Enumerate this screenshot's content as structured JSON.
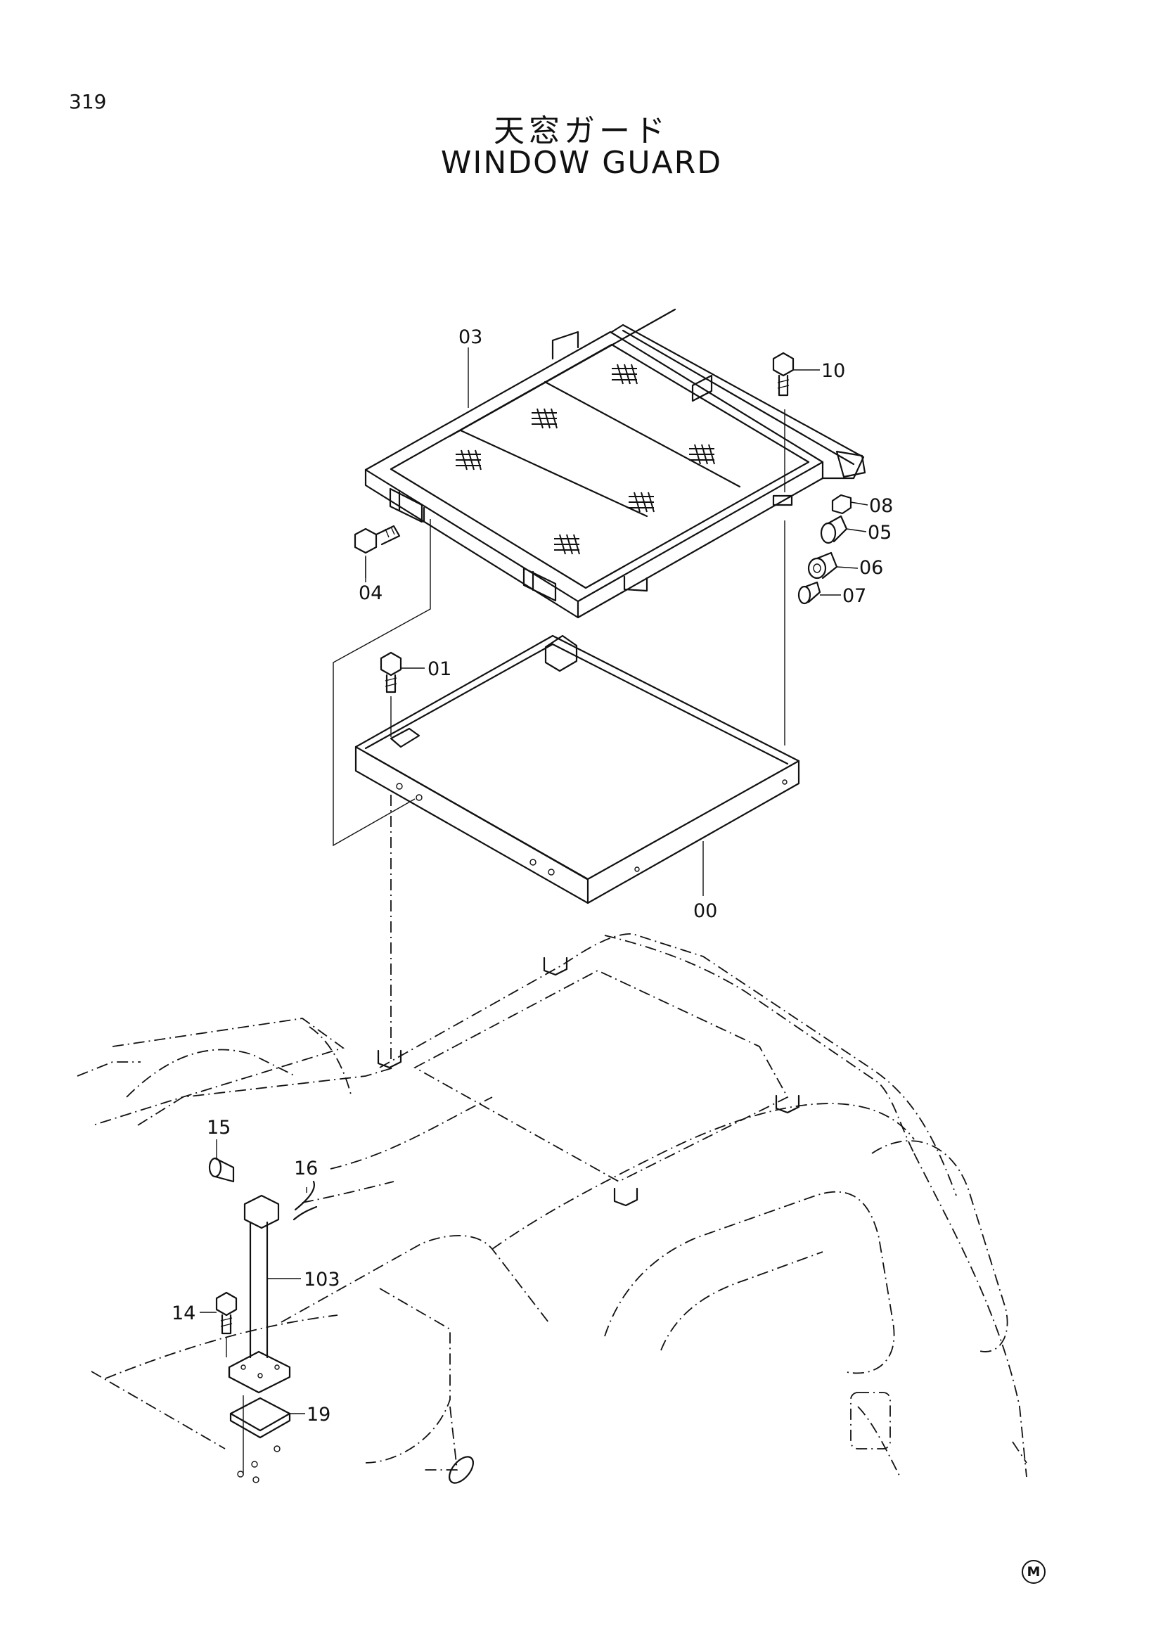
{
  "page_number": "319",
  "title_jp": "天窓ガード",
  "title_en": "WINDOW  GUARD",
  "maker_mark": "M",
  "callouts": [
    "03",
    "10",
    "08",
    "05",
    "06",
    "07",
    "04",
    "01",
    "00",
    "15",
    "16",
    "103",
    "14",
    "19"
  ]
}
